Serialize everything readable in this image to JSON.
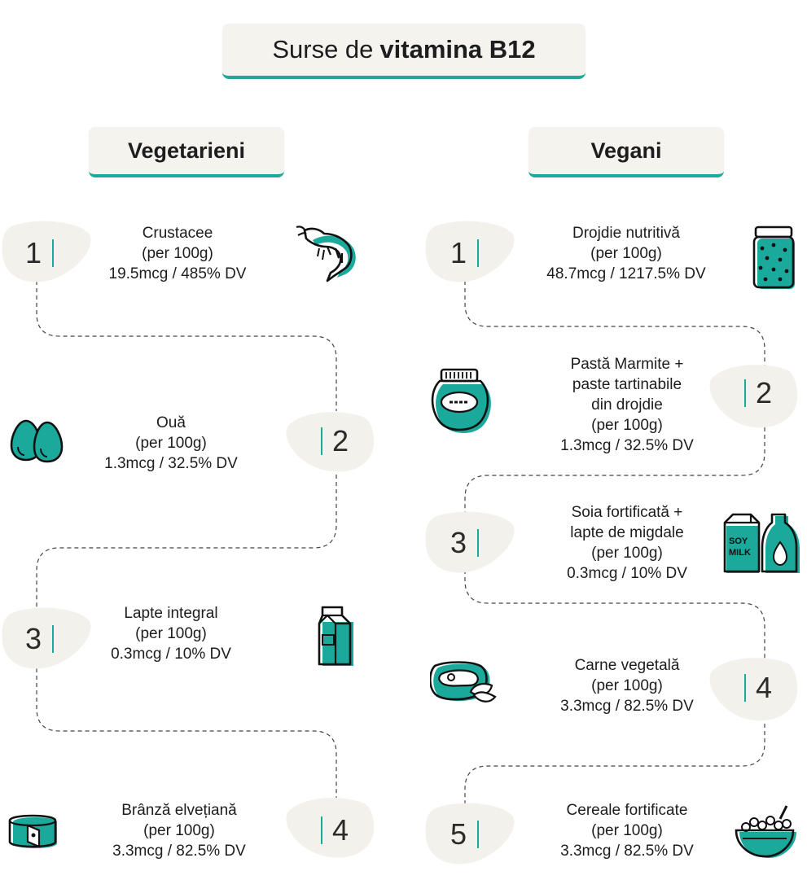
{
  "title": {
    "prefix": "Surse de",
    "bold": "vitamina B12"
  },
  "columns": {
    "vegetarian": {
      "heading": "Vegetarieni",
      "items": [
        {
          "number": "1",
          "icon": "shrimp-icon",
          "lines": [
            "Crustacee",
            "(per 100g)",
            "19.5mcg / 485% DV"
          ]
        },
        {
          "number": "2",
          "icon": "eggs-icon",
          "lines": [
            "Ouă",
            "(per 100g)",
            "1.3mcg / 32.5% DV"
          ]
        },
        {
          "number": "3",
          "icon": "milk-carton-icon",
          "lines": [
            "Lapte integral",
            "(per 100g)",
            "0.3mcg / 10% DV"
          ]
        },
        {
          "number": "4",
          "icon": "cheese-icon",
          "lines": [
            "Brânză elvețiană",
            "(per 100g)",
            "3.3mcg / 82.5% DV"
          ]
        }
      ]
    },
    "vegan": {
      "heading": "Vegani",
      "items": [
        {
          "number": "1",
          "icon": "yeast-jar-icon",
          "lines": [
            "Drojdie nutritivă",
            "(per 100g)",
            "48.7mcg / 1217.5% DV"
          ]
        },
        {
          "number": "2",
          "icon": "marmite-jar-icon",
          "lines": [
            "Pastă Marmite +",
            "paste tartinabile",
            "din drojdie",
            "(per 100g)",
            "1.3mcg / 32.5% DV"
          ]
        },
        {
          "number": "3",
          "icon": "soy-milk-icon",
          "lines": [
            "Soia fortificată +",
            "lapte de migdale",
            "(per 100g)",
            "0.3mcg / 10% DV"
          ]
        },
        {
          "number": "4",
          "icon": "plant-meat-icon",
          "lines": [
            "Carne vegetală",
            "(per 100g)",
            "3.3mcg / 82.5% DV"
          ]
        },
        {
          "number": "5",
          "icon": "cereal-bowl-icon",
          "lines": [
            "Cereale fortificate",
            "(per 100g)",
            "3.3mcg / 82.5% DV"
          ]
        }
      ],
      "soy_label": [
        "SOY",
        "MILK"
      ]
    }
  },
  "colors": {
    "accent": "#1aa99a",
    "pill_bg": "#f5f3ee",
    "blob": "#f3f1ec",
    "ink": "#1d1d1f"
  }
}
